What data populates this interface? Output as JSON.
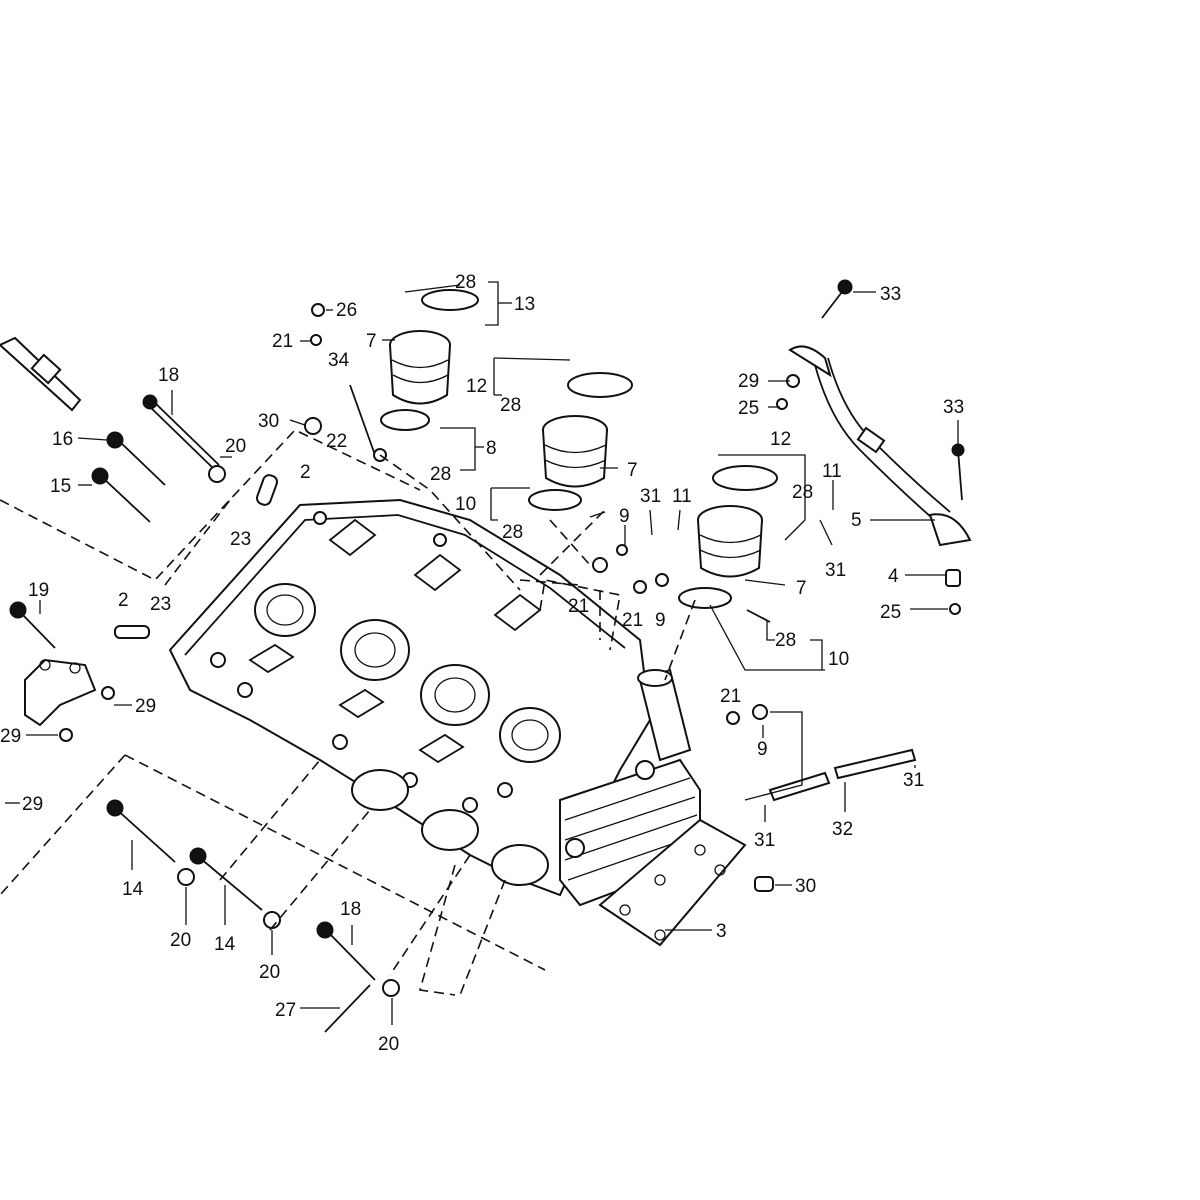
{
  "callouts": [
    {
      "id": "28a",
      "text": "28"
    },
    {
      "id": "13",
      "text": "13"
    },
    {
      "id": "26",
      "text": "26"
    },
    {
      "id": "21a",
      "text": "21"
    },
    {
      "id": "7a",
      "text": "7"
    },
    {
      "id": "34",
      "text": "34"
    },
    {
      "id": "12a",
      "text": "12"
    },
    {
      "id": "28b",
      "text": "28"
    },
    {
      "id": "30a",
      "text": "30"
    },
    {
      "id": "22",
      "text": "22"
    },
    {
      "id": "8",
      "text": "8"
    },
    {
      "id": "28c",
      "text": "28"
    },
    {
      "id": "7b",
      "text": "7"
    },
    {
      "id": "10a",
      "text": "10"
    },
    {
      "id": "28d",
      "text": "28"
    },
    {
      "id": "33a",
      "text": "33"
    },
    {
      "id": "29a",
      "text": "29"
    },
    {
      "id": "25a",
      "text": "25"
    },
    {
      "id": "33b",
      "text": "33"
    },
    {
      "id": "12b",
      "text": "12"
    },
    {
      "id": "28e",
      "text": "28"
    },
    {
      "id": "11a",
      "text": "11"
    },
    {
      "id": "5",
      "text": "5"
    },
    {
      "id": "31a",
      "text": "31"
    },
    {
      "id": "31b",
      "text": "31"
    },
    {
      "id": "11b",
      "text": "11"
    },
    {
      "id": "9a",
      "text": "9"
    },
    {
      "id": "7c",
      "text": "7"
    },
    {
      "id": "4",
      "text": "4"
    },
    {
      "id": "25b",
      "text": "25"
    },
    {
      "id": "21b",
      "text": "21"
    },
    {
      "id": "21c",
      "text": "21"
    },
    {
      "id": "9b",
      "text": "9"
    },
    {
      "id": "28f",
      "text": "28"
    },
    {
      "id": "10b",
      "text": "10"
    },
    {
      "id": "18a",
      "text": "18"
    },
    {
      "id": "16",
      "text": "16"
    },
    {
      "id": "20a",
      "text": "20"
    },
    {
      "id": "15",
      "text": "15"
    },
    {
      "id": "2a",
      "text": "2"
    },
    {
      "id": "23a",
      "text": "23"
    },
    {
      "id": "19",
      "text": "19"
    },
    {
      "id": "2b",
      "text": "2"
    },
    {
      "id": "23b",
      "text": "23"
    },
    {
      "id": "29b",
      "text": "29"
    },
    {
      "id": "29c",
      "text": "29"
    },
    {
      "id": "29d",
      "text": "29"
    },
    {
      "id": "21d",
      "text": "21"
    },
    {
      "id": "9c",
      "text": "9"
    },
    {
      "id": "31c",
      "text": "31"
    },
    {
      "id": "32",
      "text": "32"
    },
    {
      "id": "31d",
      "text": "31"
    },
    {
      "id": "30b",
      "text": "30"
    },
    {
      "id": "3",
      "text": "3"
    },
    {
      "id": "14a",
      "text": "14"
    },
    {
      "id": "20b",
      "text": "20"
    },
    {
      "id": "14b",
      "text": "14"
    },
    {
      "id": "20c",
      "text": "20"
    },
    {
      "id": "18b",
      "text": "18"
    },
    {
      "id": "27",
      "text": "27"
    },
    {
      "id": "20d",
      "text": "20"
    }
  ]
}
